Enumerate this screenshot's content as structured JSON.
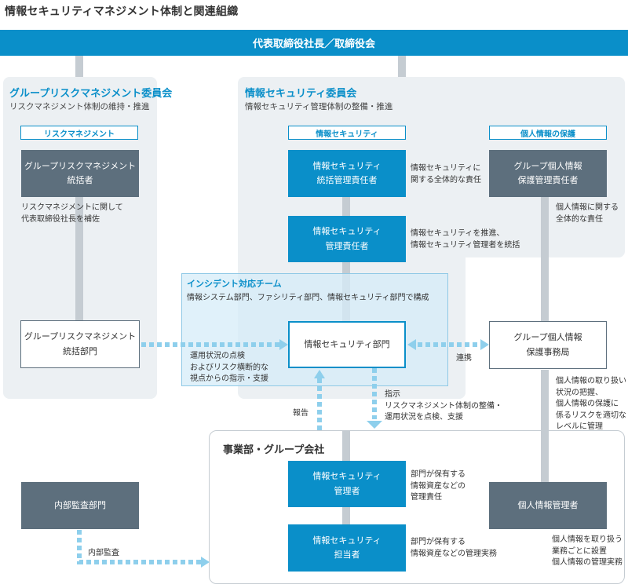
{
  "title": "情報セキュリティマネジメント体制と関連組織",
  "top": "代表取締役社長／取締役会",
  "grm": {
    "title": "グループリスクマネジメント委員会",
    "sub": "リスクマネジメント体制の維持・推進",
    "tag": "リスクマネジメント",
    "supervisor": "グループリスクマネジメント\n統括者",
    "supervisor_note": "リスクマネジメントに関して\n代表取締役社長を補佐",
    "dept": "グループリスクマネジメント\n統括部門"
  },
  "isc": {
    "title": "情報セキュリティ委員会",
    "sub": "情報セキュリティ管理体制の整備・推進",
    "tag_security": "情報セキュリティ",
    "tag_privacy": "個人情報の保護",
    "chief": "情報セキュリティ\n統括管理責任者",
    "chief_note": "情報セキュリティに\n関する全体的な責任",
    "manager": "情報セキュリティ\n管理責任者",
    "manager_note": "情報セキュリティを推進、\n情報セキュリティ管理者を統括",
    "privacy_chief": "グループ個人情報\n保護管理責任者",
    "privacy_chief_note": "個人情報に関する\n全体的な責任"
  },
  "incident": {
    "title": "インシデント対応チーム",
    "sub": "情報システム部門、ファシリティ部門、情報セキュリティ部門で構成"
  },
  "security_dept": "情報セキュリティ部門",
  "privacy_office": "グループ個人情報\n保護事務局",
  "privacy_office_note": "個人情報の取り扱い\n状況の把握、\n個人情報の保護に\n係るリスクを適切な\nレベルに管理",
  "flow": {
    "monitor": "運用状況の点検\nおよびリスク横断的な\n視点からの指示・支援",
    "coop": "連携",
    "report": "報告",
    "instruct": "指示\nリスクマネジメント体制の整備・\n運用状況を点検、支援",
    "audit": "内部監査"
  },
  "audit_dept": "内部監査部門",
  "biz": {
    "title": "事業部・グループ会社",
    "sec_manager": "情報セキュリティ\n管理者",
    "sec_manager_note": "部門が保有する\n情報資産などの\n管理責任",
    "sec_staff": "情報セキュリティ\n担当者",
    "sec_staff_note": "部門が保有する\n情報資産などの管理実務",
    "privacy_manager": "個人情報管理者",
    "privacy_manager_note": "個人情報を取り扱う\n業務ごとに設置\n個人情報の管理実務"
  },
  "colors": {
    "blue": "#0a8fc9",
    "gray": "#5d6f7d",
    "line": "#c5ccd2",
    "panel": "#ecf0f3",
    "dash": "#8ecfec"
  }
}
